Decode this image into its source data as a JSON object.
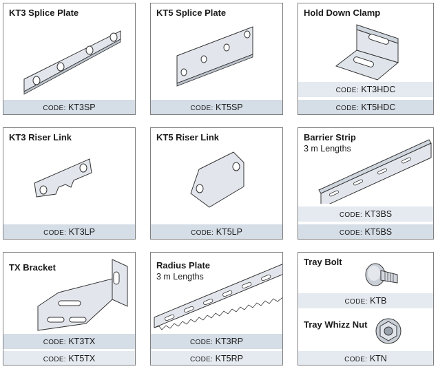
{
  "code_prefix": "CODE:",
  "cards": {
    "kt3_splice": {
      "title": "KT3 Splice Plate",
      "codes": [
        "KT3SP"
      ]
    },
    "kt5_splice": {
      "title": "KT5 Splice Plate",
      "codes": [
        "KT5SP"
      ]
    },
    "hold_down": {
      "title": "Hold Down Clamp",
      "codes": [
        "KT3HDC",
        "KT5HDC"
      ]
    },
    "kt3_riser": {
      "title": "KT3 Riser Link",
      "codes": [
        "KT3LP"
      ]
    },
    "kt5_riser": {
      "title": "KT5 Riser Link",
      "codes": [
        "KT5LP"
      ]
    },
    "barrier": {
      "title": "Barrier Strip",
      "subtitle": "3 m Lengths",
      "codes": [
        "KT3BS",
        "KT5BS"
      ]
    },
    "tx_bracket": {
      "title": "TX Bracket",
      "codes": [
        "KT3TX",
        "KT5TX"
      ]
    },
    "radius": {
      "title": "Radius Plate",
      "subtitle": "3 m Lengths",
      "codes": [
        "KT3RP",
        "KT5RP"
      ]
    },
    "tray_bolt": {
      "title": "Tray Bolt",
      "codes": [
        "KTB"
      ]
    },
    "whizz_nut": {
      "title": "Tray Whizz Nut",
      "codes": [
        "KTN"
      ]
    }
  }
}
